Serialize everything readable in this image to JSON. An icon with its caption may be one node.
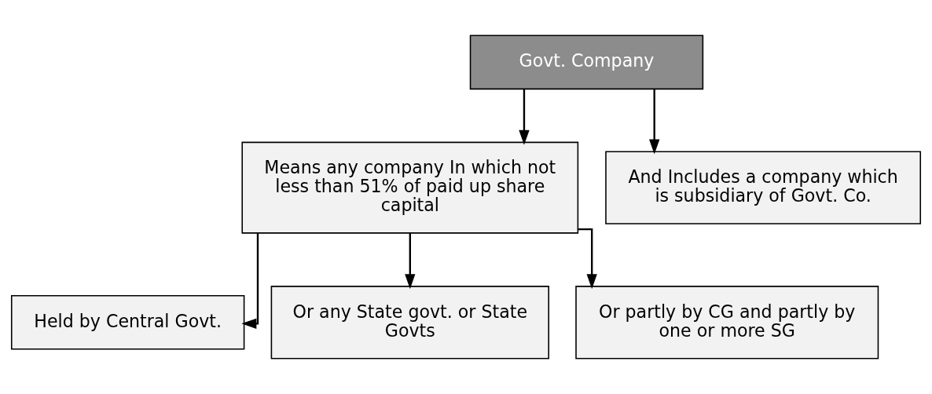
{
  "diagram": {
    "nodes": [
      {
        "text": [
          "Govt. Company"
        ]
      },
      {
        "text": [
          "Means any company In which not less than 51% of paid up share capital"
        ]
      },
      {
        "text": [
          "And Includes a company which is subsidiary of Govt. Co."
        ]
      },
      {
        "text": [
          "Held by Central Govt."
        ]
      },
      {
        "text": [
          "Or any State govt. or State Govts"
        ]
      },
      {
        "text": [
          "Or partly by CG and partly by one or more SG"
        ]
      }
    ],
    "edges": [
      {
        "from": 0,
        "to": 1,
        "arrow": "to"
      },
      {
        "from": 0,
        "to": 2,
        "arrow": "to"
      },
      {
        "from": 1,
        "to": 3,
        "arrow": "to"
      },
      {
        "from": 1,
        "to": 4,
        "arrow": "to"
      },
      {
        "from": 1,
        "to": 5,
        "arrow": "to"
      }
    ]
  }
}
